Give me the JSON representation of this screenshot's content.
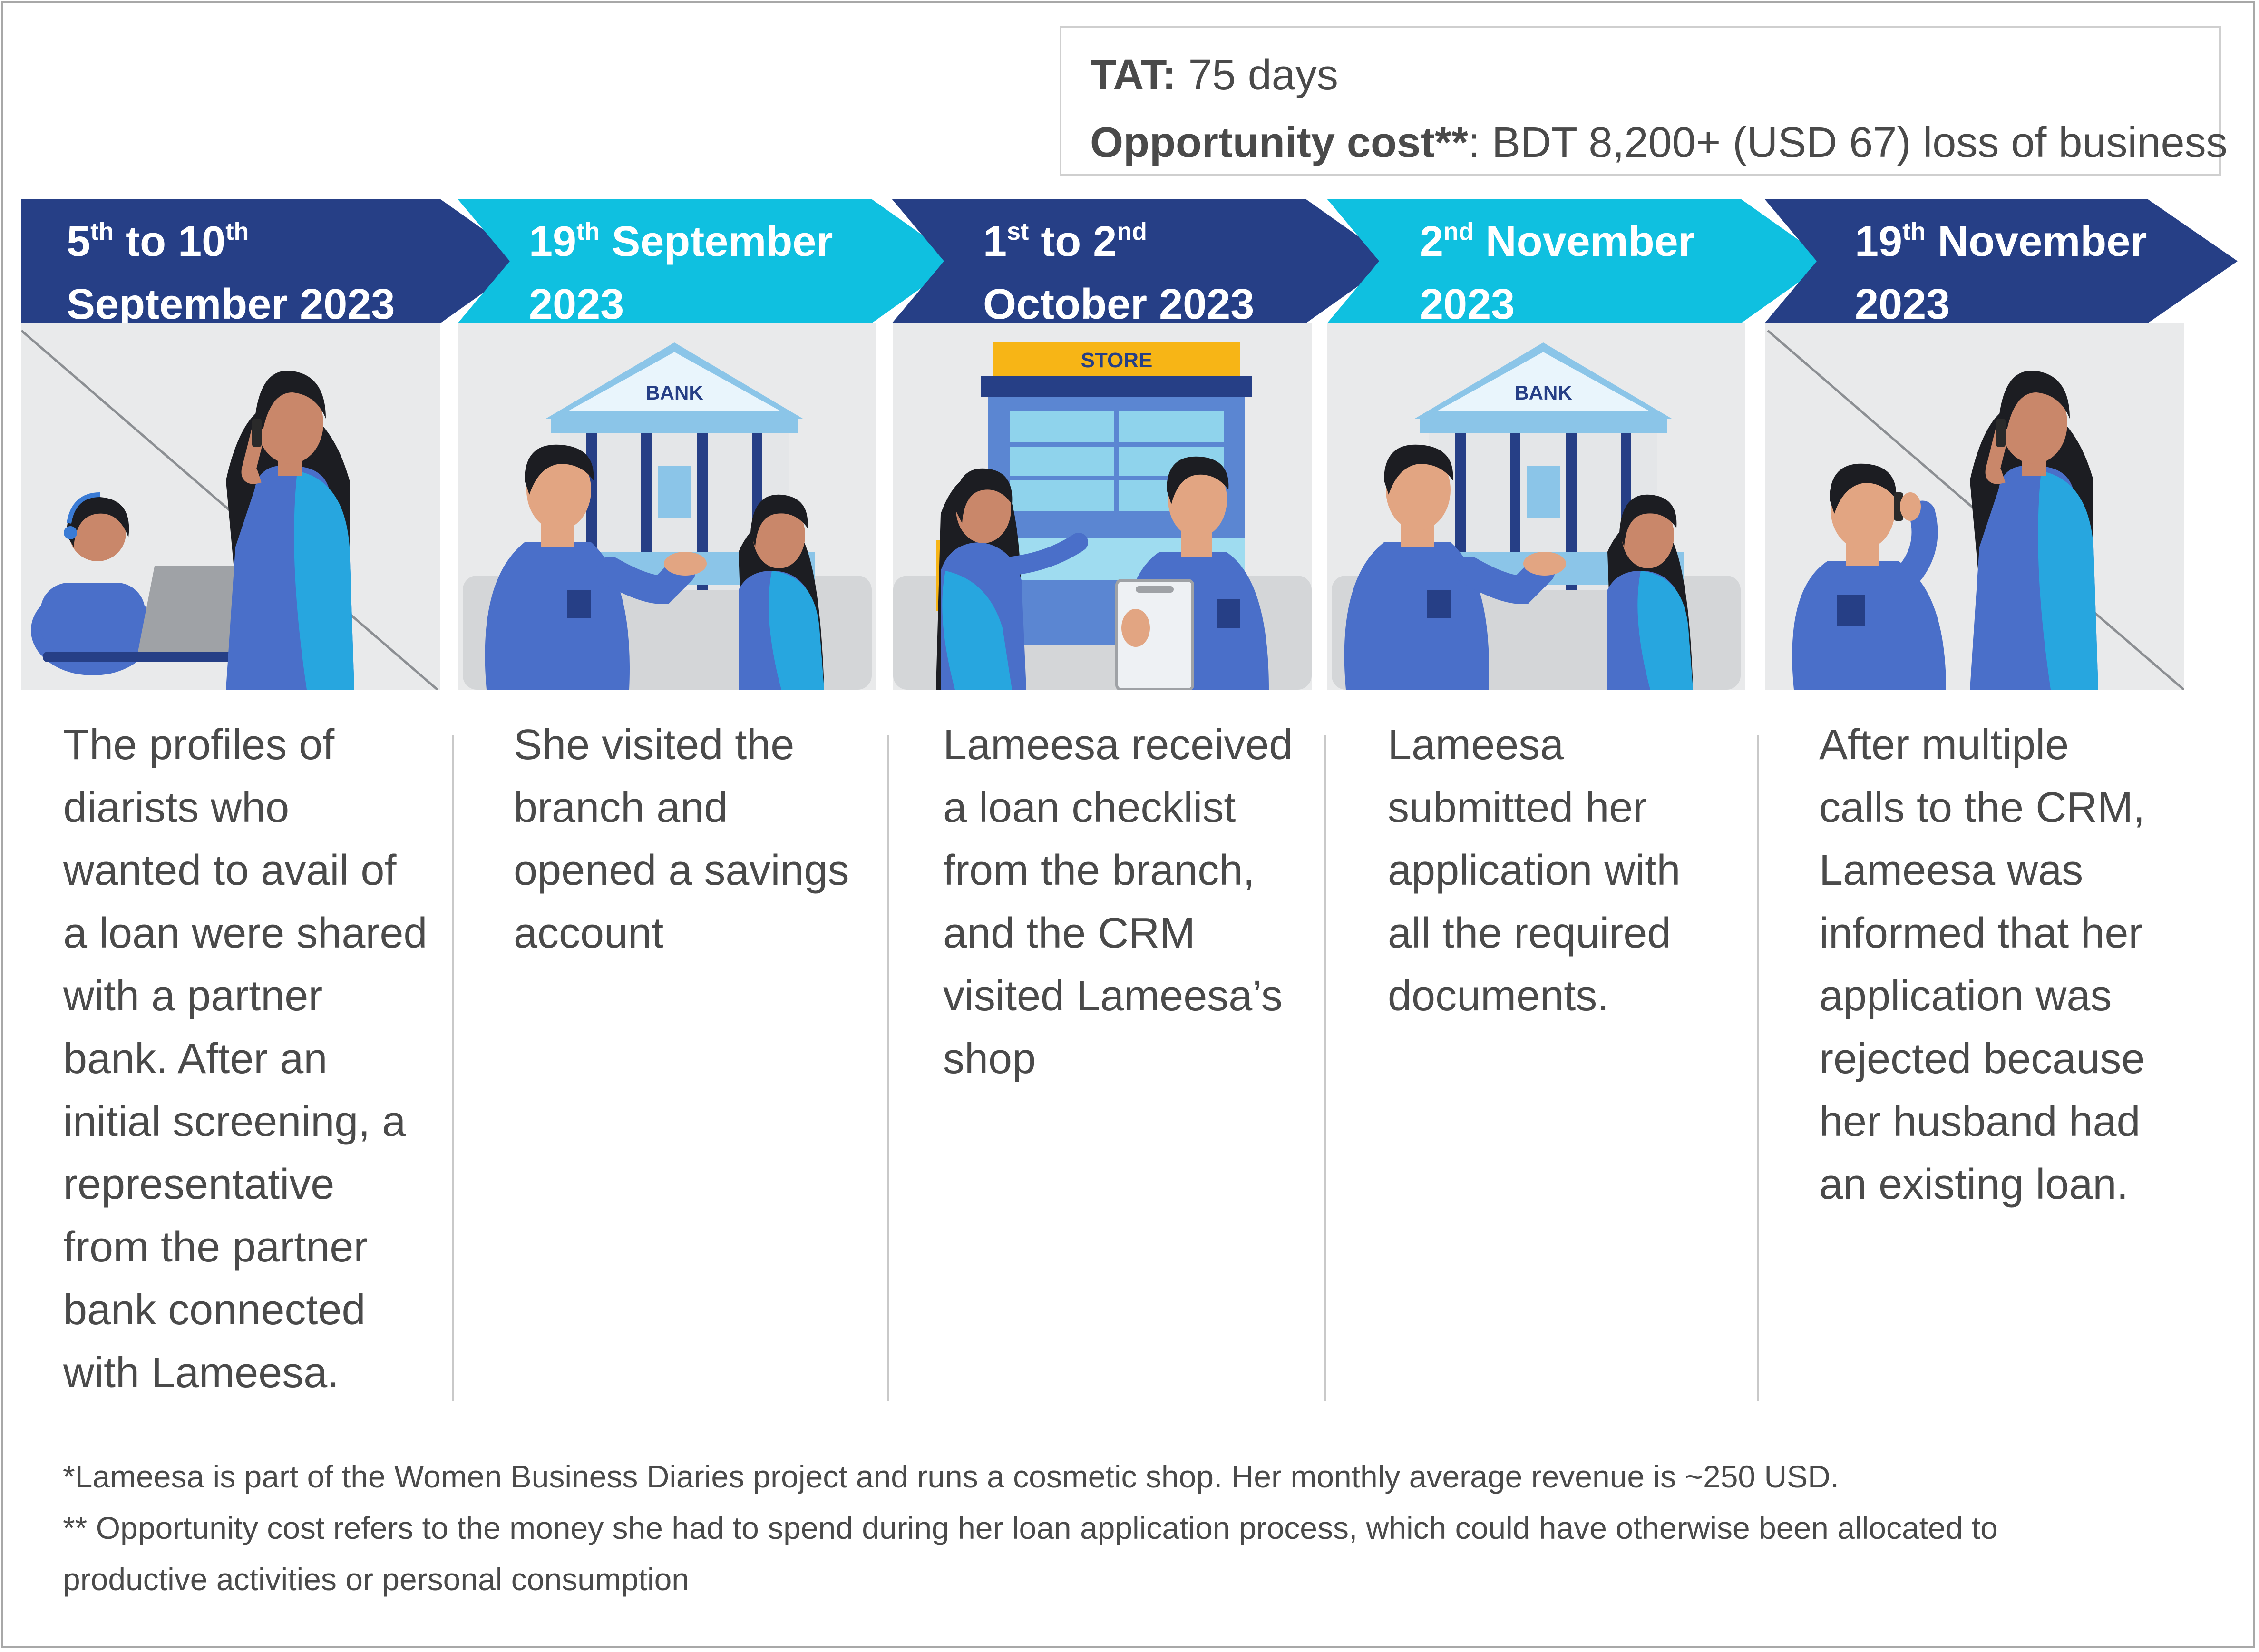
{
  "summary": {
    "tat_label": "TAT:",
    "tat_value": " 75 days",
    "opp_label": "Opportunity cost**",
    "opp_value": ": BDT 8,200+ (USD 67) loss of business"
  },
  "stages": [
    {
      "date_line1": {
        "a": "5",
        "a_sup": "th",
        "b": " to 10",
        "b_sup": "th"
      },
      "date_line2": "September 2023",
      "description": [
        "The profiles of",
        "diarists who",
        "wanted to avail of",
        "a loan were shared",
        "with a partner",
        "bank. After an",
        "initial screening, a",
        "representative",
        "from the partner",
        "bank connected",
        "with Lameesa."
      ]
    },
    {
      "date_line1": {
        "a": "19",
        "a_sup": "th",
        "b": " September",
        "b_sup": ""
      },
      "date_line2": "2023",
      "description": [
        "She visited the",
        "branch and",
        "opened a savings",
        "account"
      ]
    },
    {
      "date_line1": {
        "a": "1",
        "a_sup": "st",
        "b": " to 2",
        "b_sup": "nd"
      },
      "date_line2": "October 2023",
      "description": [
        "Lameesa received",
        "a loan checklist",
        "from the branch,",
        "and the CRM",
        "visited Lameesa’s",
        "shop"
      ]
    },
    {
      "date_line1": {
        "a": "2",
        "a_sup": "nd",
        "b": " November",
        "b_sup": ""
      },
      "date_line2": "2023",
      "description": [
        "Lameesa",
        "submitted her",
        "application with",
        "all the required",
        "documents."
      ]
    },
    {
      "date_line1": {
        "a": "19",
        "a_sup": "th",
        "b": " November",
        "b_sup": ""
      },
      "date_line2": "2023",
      "description": [
        "After multiple",
        "calls to the CRM,",
        "Lameesa was",
        "informed that her",
        "application was",
        "rejected because",
        "her husband had",
        "an existing loan."
      ]
    }
  ],
  "signs": {
    "bank": "BANK",
    "store": "STORE"
  },
  "footnotes": [
    "*Lameesa is part of the Women Business Diaries project and runs a cosmetic shop. Her monthly average revenue is ~250 USD.",
    "** Opportunity cost refers to the money she had to spend during her loan application process, which could have otherwise been allocated to",
    "productive activities or personal consumption"
  ],
  "colors": {
    "dark_blue": "#263f86",
    "light_blue": "#0fc0e0",
    "panel_bg": "#e9eaeb",
    "shirt_blue": "#4a6fc9",
    "sari_blue": "#27a6df",
    "awning_yellow": "#f7b516"
  }
}
